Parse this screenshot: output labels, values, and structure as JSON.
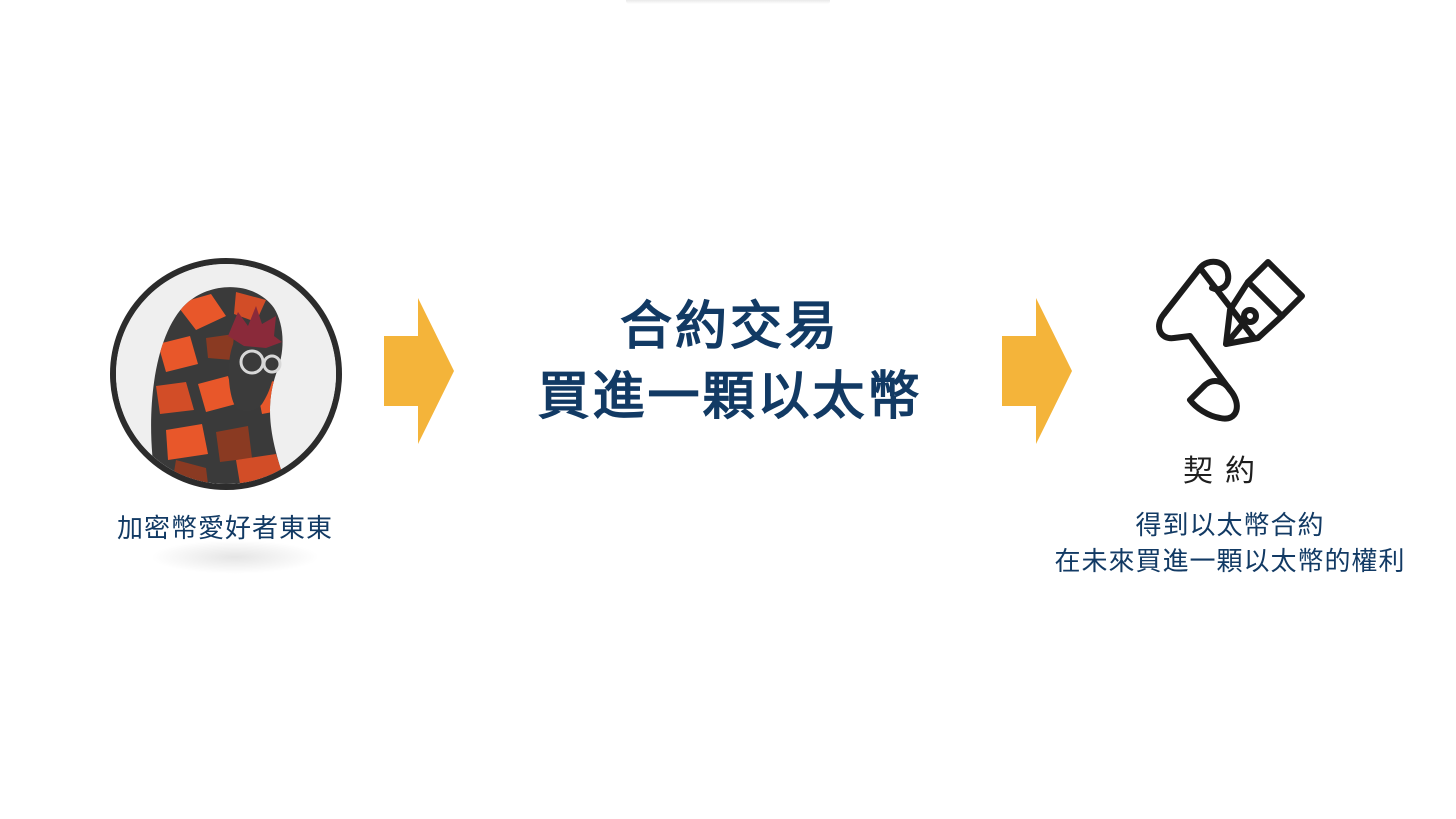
{
  "person": {
    "label": "加密幣愛好者東東"
  },
  "center": {
    "title_line1": "合約交易",
    "title_line2": "買進一顆以太幣"
  },
  "contract": {
    "label": "契約",
    "desc_line1": "得到以太幣合約",
    "desc_line2": "在未來買進一顆以太幣的權利"
  },
  "icons": {
    "avatar": "hooded-person-avatar",
    "arrow": "right-arrow-icon",
    "contract": "scroll-pen-icon"
  },
  "colors": {
    "title": "#123a64",
    "arrow": "#f4b43a",
    "camo_orange": "#e8572a",
    "camo_dark": "#2f2f2f"
  }
}
